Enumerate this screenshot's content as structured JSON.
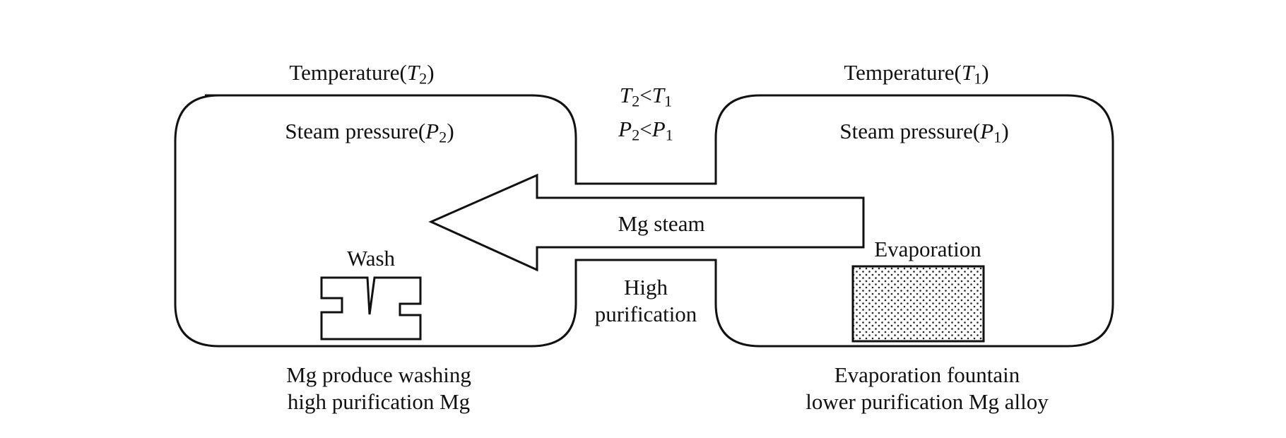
{
  "left_chamber": {
    "temperature_label": "Temperature(",
    "temperature_symbol": "T",
    "temperature_sub": "2",
    "pressure_label": "Steam pressure(",
    "pressure_symbol": "P",
    "pressure_sub": "2",
    "close_paren": ")",
    "wash_label": "Wash",
    "caption_line1": "Mg produce washing",
    "caption_line2": "high purification Mg"
  },
  "right_chamber": {
    "temperature_label": "Temperature(",
    "temperature_symbol": "T",
    "temperature_sub": "1",
    "pressure_label": "Steam pressure(",
    "pressure_symbol": "P",
    "pressure_sub": "1",
    "close_paren": ")",
    "evaporation_label": "Evaporation",
    "caption_line1": "Evaporation fountain",
    "caption_line2": "lower purification Mg alloy"
  },
  "connector": {
    "condition_t": {
      "sym_a": "T",
      "sub_a": "2",
      "op": "<",
      "sym_b": "T",
      "sub_b": "1"
    },
    "condition_p": {
      "sym_a": "P",
      "sub_a": "2",
      "op": "<",
      "sym_b": "P",
      "sub_b": "1"
    },
    "arrow_label": "Mg steam",
    "bottom_line1": "High",
    "bottom_line2": "purification"
  }
}
